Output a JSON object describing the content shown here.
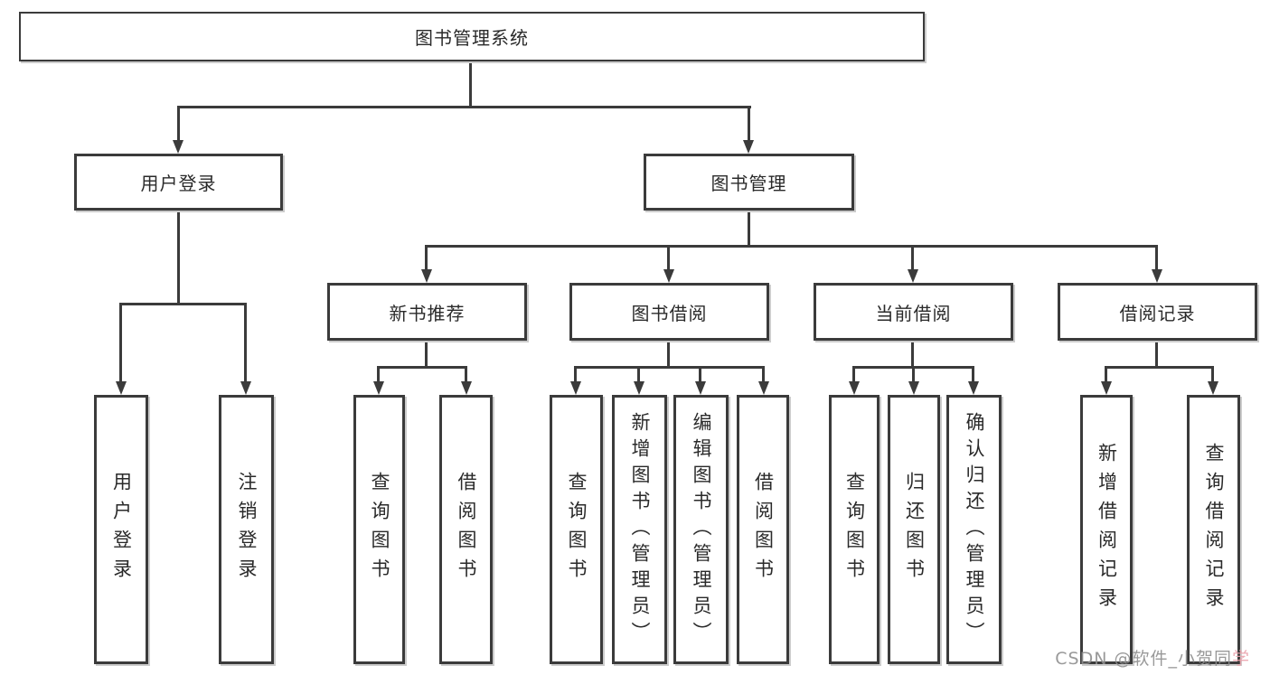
{
  "diagram_title": "图书管理系统",
  "nodes": {
    "root": {
      "label": "图书管理系统"
    },
    "level2": [
      {
        "label": "用户登录"
      },
      {
        "label": "图书管理"
      }
    ],
    "level3": [
      {
        "label": "新书推荐"
      },
      {
        "label": "图书借阅"
      },
      {
        "label": "当前借阅"
      },
      {
        "label": "借阅记录"
      }
    ],
    "leaves": [
      {
        "label": "用户登录"
      },
      {
        "label": "注销登录"
      },
      {
        "label": "查询图书"
      },
      {
        "label": "借阅图书"
      },
      {
        "label": "查询图书"
      },
      {
        "label": "新增图书（管理员）"
      },
      {
        "label": "编辑图书（管理员）"
      },
      {
        "label": "借阅图书"
      },
      {
        "label": "查询图书"
      },
      {
        "label": "归还图书"
      },
      {
        "label": "确认归还（管理员）"
      },
      {
        "label": "新增借阅记录"
      },
      {
        "label": "查询借阅记录"
      }
    ]
  },
  "watermark": {
    "text_main": "CSDN @软件_小贺同",
    "text_accent": "学"
  },
  "colors": {
    "line": "#3b3b3b",
    "box_border": "#3b3b3b",
    "text": "#2a2a2a",
    "background": "#ffffff",
    "watermark": "#8f8f8f",
    "watermark_accent": "#eba3ac"
  }
}
